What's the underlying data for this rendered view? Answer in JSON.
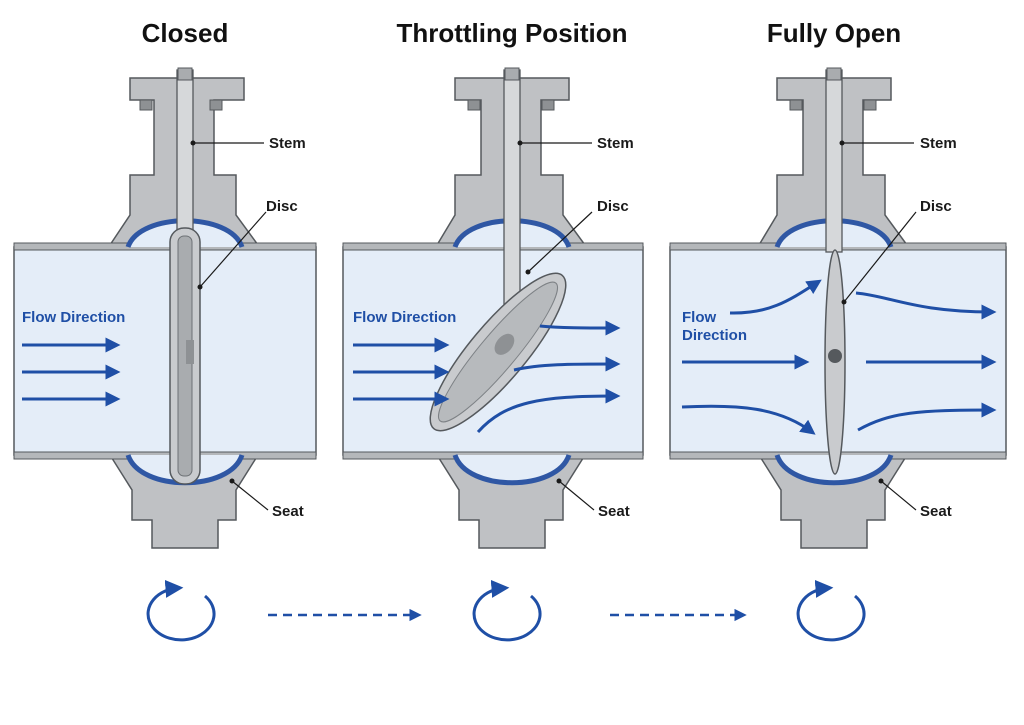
{
  "panels": [
    {
      "title": "Closed",
      "state": "closed",
      "labels": {
        "stem": "Stem",
        "disc": "Disc",
        "seat": "Seat"
      },
      "flow_label": [
        "Flow Direction"
      ]
    },
    {
      "title": "Throttling Position",
      "state": "throttling",
      "labels": {
        "stem": "Stem",
        "disc": "Disc",
        "seat": "Seat"
      },
      "flow_label": [
        "Flow Direction"
      ]
    },
    {
      "title": "Fully Open",
      "state": "open",
      "labels": {
        "stem": "Stem",
        "disc": "Disc",
        "seat": "Seat"
      },
      "flow_label": [
        "Flow",
        "Direction"
      ]
    }
  ],
  "colors": {
    "body": "#bfc1c4",
    "body_dark": "#8e9194",
    "pipe_fill": "#e4edf8",
    "seat": "#2f57a4",
    "arrow": "#1f4fa6",
    "outline": "#55595d"
  },
  "icons": [
    "rotation-arrow-icon",
    "progression-arrow-icon"
  ]
}
